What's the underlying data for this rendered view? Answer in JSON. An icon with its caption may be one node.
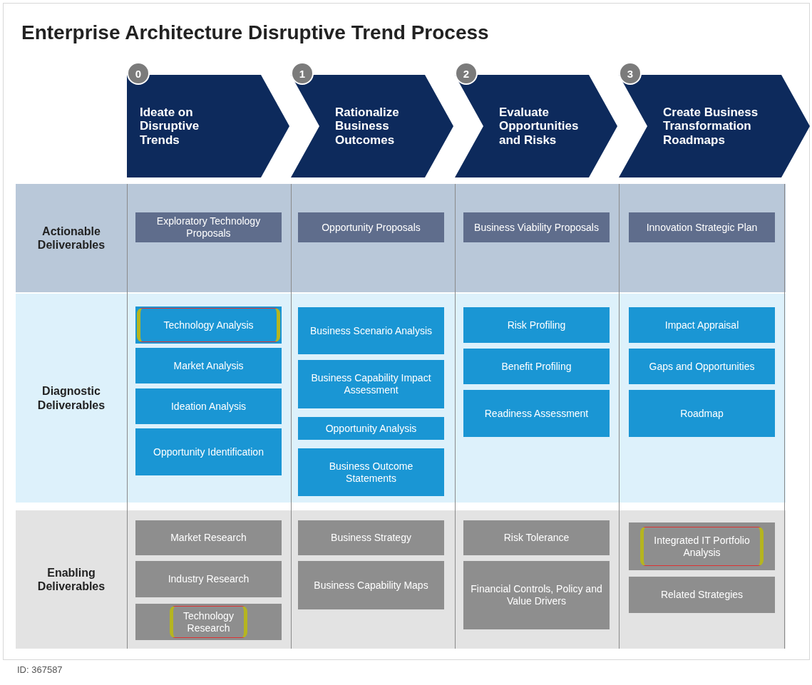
{
  "diagram": {
    "title": "Enterprise Architecture Disruptive Trend Process",
    "nodes": [
      {
        "text": [
          "0",
          "Ideate on Disruptive Trends"
        ]
      },
      {
        "text": [
          "1",
          "Rationalize Business Outcomes"
        ]
      },
      {
        "text": [
          "2",
          "Evaluate Opportunities and Risks"
        ]
      },
      {
        "text": [
          "3",
          "Create Business Transformation Roadmaps"
        ]
      },
      {
        "text": [
          "Actionable Deliverables"
        ]
      },
      {
        "text": [
          "Exploratory Technology Proposals"
        ],
        "in": 4
      },
      {
        "text": [
          "Opportunity Proposals"
        ],
        "in": 4
      },
      {
        "text": [
          "Business Viability Proposals"
        ],
        "in": 4
      },
      {
        "text": [
          "Innovation Strategic Plan"
        ],
        "in": 4
      },
      {
        "text": [
          "Diagnostic Deliverables"
        ]
      },
      {
        "text": [
          "Technology Analysis"
        ],
        "in": 9
      },
      {
        "text": [
          "Market Analysis"
        ],
        "in": 9
      },
      {
        "text": [
          "Ideation Analysis"
        ],
        "in": 9
      },
      {
        "text": [
          "Opportunity Identification"
        ],
        "in": 9
      },
      {
        "text": [
          "Business Scenario Analysis"
        ],
        "in": 9
      },
      {
        "text": [
          "Business Capability Impact Assessment"
        ],
        "in": 9
      },
      {
        "text": [
          "Opportunity Analysis"
        ],
        "in": 9
      },
      {
        "text": [
          "Business Outcome Statements"
        ],
        "in": 9
      },
      {
        "text": [
          "Risk Profiling"
        ],
        "in": 9
      },
      {
        "text": [
          "Benefit Profiling"
        ],
        "in": 9
      },
      {
        "text": [
          "Readiness Assessment"
        ],
        "in": 9
      },
      {
        "text": [
          "Impact Appraisal"
        ],
        "in": 9
      },
      {
        "text": [
          "Gaps and Opportunities"
        ],
        "in": 9
      },
      {
        "text": [
          "Roadmap"
        ],
        "in": 9
      },
      {
        "text": [
          "Enabling Deliverables"
        ]
      },
      {
        "text": [
          "Market Research"
        ],
        "in": 24
      },
      {
        "text": [
          "Industry Research"
        ],
        "in": 24
      },
      {
        "text": [
          "Technology Research"
        ],
        "in": 24
      },
      {
        "text": [
          "Business Strategy"
        ],
        "in": 24
      },
      {
        "text": [
          "Business Capability Maps"
        ],
        "in": 24
      },
      {
        "text": [
          "Risk Tolerance"
        ],
        "in": 24
      },
      {
        "text": [
          "Financial Controls, Policy and Value Drivers"
        ],
        "in": 24
      },
      {
        "text": [
          "Integrated IT Portfolio Analysis"
        ],
        "in": 24
      },
      {
        "text": [
          "Related Strategies"
        ],
        "in": 24
      }
    ],
    "labels": [
      "ID: 367587"
    ]
  }
}
